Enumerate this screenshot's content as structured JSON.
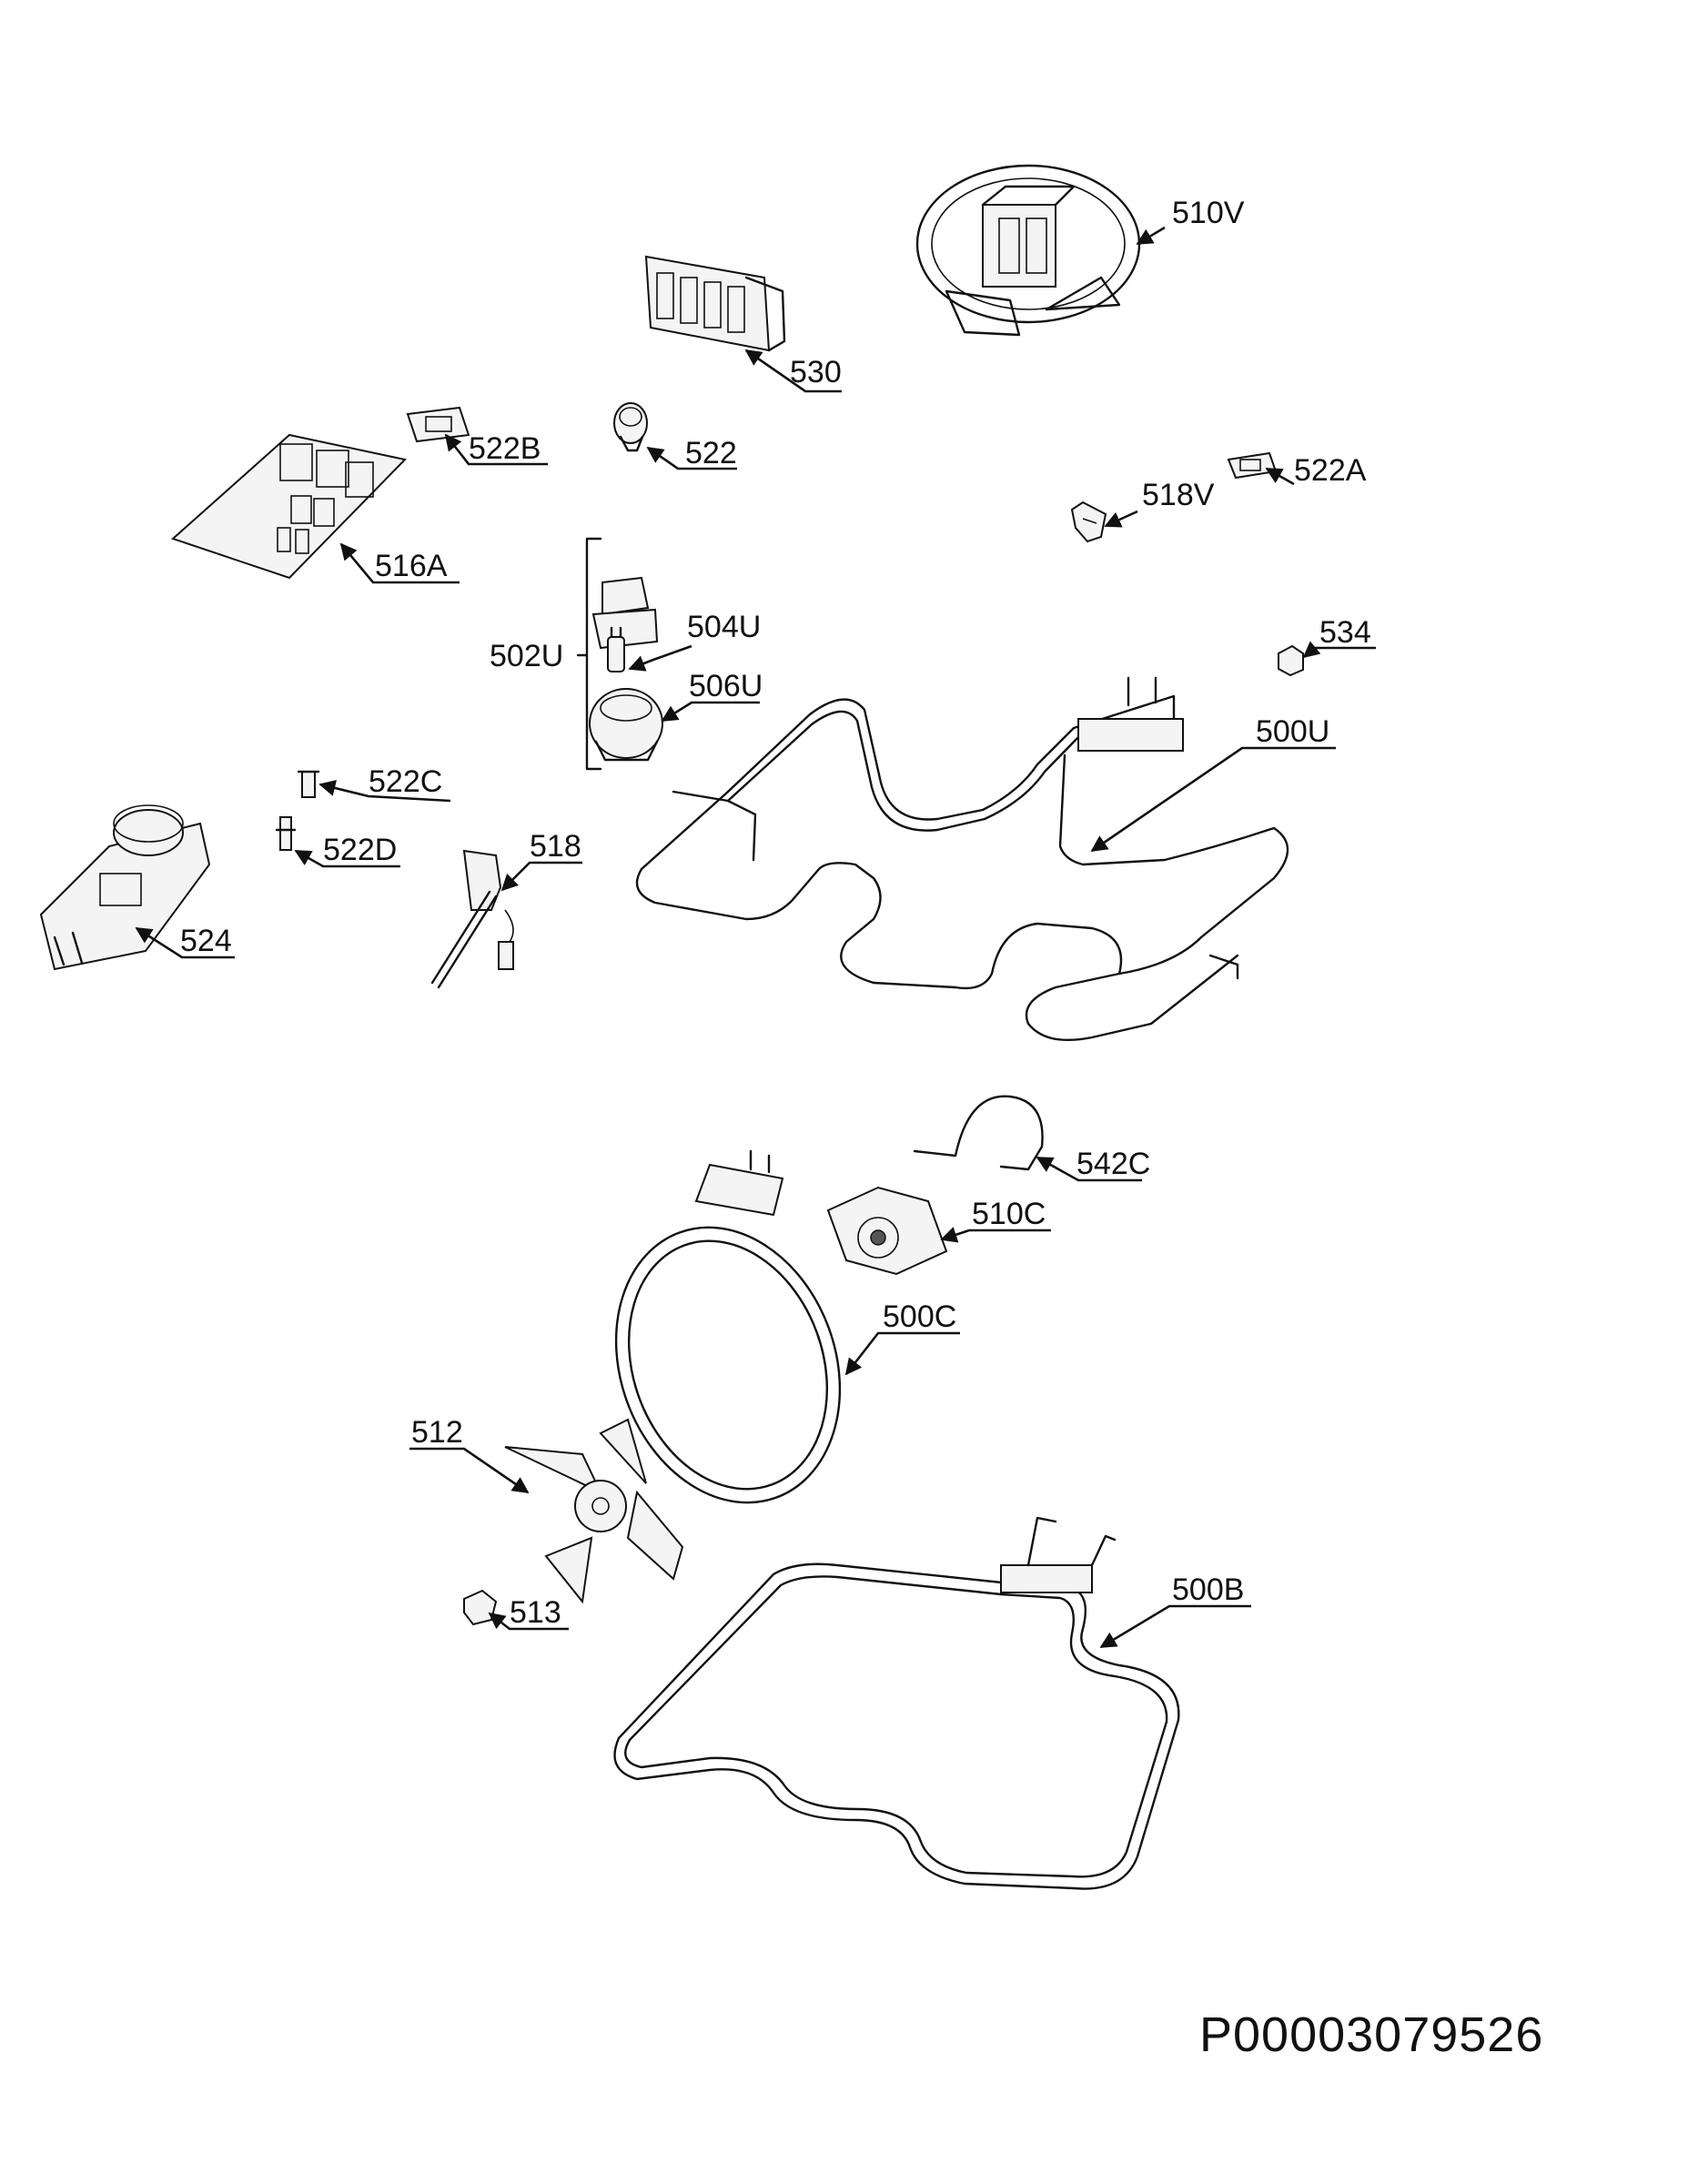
{
  "document_number": "P00003079526",
  "callouts": {
    "c510V": "510V",
    "c530": "530",
    "c522B": "522B",
    "c522": "522",
    "c522A": "522A",
    "c518V": "518V",
    "c516A": "516A",
    "c502U": "502U",
    "c504U": "504U",
    "c506U": "506U",
    "c534": "534",
    "c500U": "500U",
    "c522C": "522C",
    "c522D": "522D",
    "c518": "518",
    "c524": "524",
    "c542C": "542C",
    "c510C": "510C",
    "c500C": "500C",
    "c512": "512",
    "c513": "513",
    "c500B": "500B"
  },
  "parts": [
    {
      "id": "510V",
      "icon": "fan-motor-icon"
    },
    {
      "id": "530",
      "icon": "terminal-block-icon"
    },
    {
      "id": "522B",
      "icon": "bracket-icon"
    },
    {
      "id": "522",
      "icon": "lamp-holder-icon"
    },
    {
      "id": "522A",
      "icon": "bracket-icon"
    },
    {
      "id": "518V",
      "icon": "clip-icon"
    },
    {
      "id": "516A",
      "icon": "circuit-board-icon"
    },
    {
      "id": "502U",
      "icon": "lamp-assembly-icon"
    },
    {
      "id": "504U",
      "icon": "bulb-icon"
    },
    {
      "id": "506U",
      "icon": "lamp-cover-icon"
    },
    {
      "id": "534",
      "icon": "knob-icon"
    },
    {
      "id": "500U",
      "icon": "heating-element-icon"
    },
    {
      "id": "522C",
      "icon": "screw-icon"
    },
    {
      "id": "522D",
      "icon": "pin-icon"
    },
    {
      "id": "518",
      "icon": "sensor-probe-icon"
    },
    {
      "id": "524",
      "icon": "door-lock-icon"
    },
    {
      "id": "542C",
      "icon": "spring-clip-icon"
    },
    {
      "id": "510C",
      "icon": "motor-icon"
    },
    {
      "id": "500C",
      "icon": "ring-element-icon"
    },
    {
      "id": "512",
      "icon": "fan-blade-icon"
    },
    {
      "id": "513",
      "icon": "nut-icon"
    },
    {
      "id": "500B",
      "icon": "heating-element-icon"
    }
  ]
}
